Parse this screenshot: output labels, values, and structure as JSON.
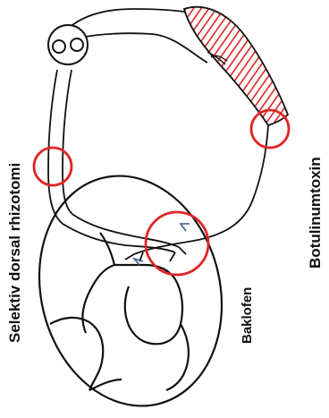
{
  "labels": {
    "rhizotomy": "Selektiv dorsal rhizotomi",
    "baclofen": "Baklofen",
    "botulinum": "Botulinumtoxin"
  },
  "colors": {
    "ink": "#111111",
    "marker_red": "#e02424",
    "muscle_hatch": "#e02424",
    "arrow_blue": "#3a5a8c"
  }
}
